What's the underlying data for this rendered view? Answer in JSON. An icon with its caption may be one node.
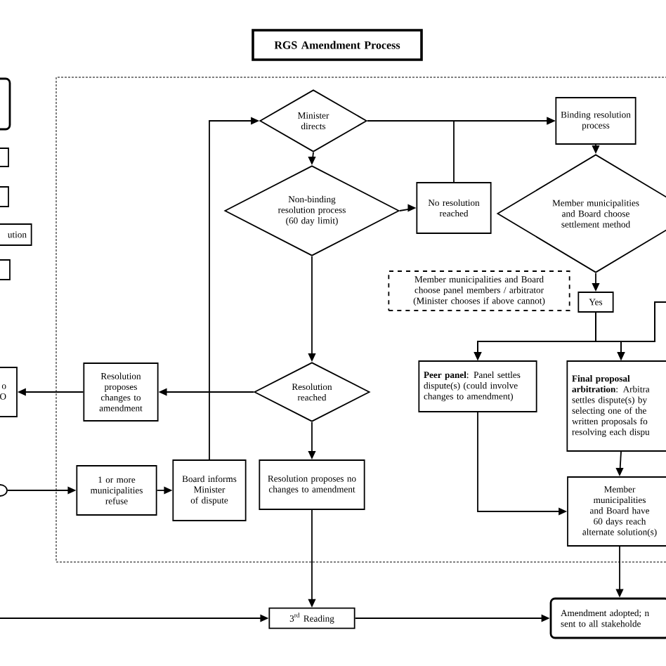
{
  "diagram": {
    "nodes": [
      {
        "text": [
          "RGS Amendment Process"
        ]
      },
      {
        "text": [],
        "shape": "box"
      },
      {
        "text": [],
        "shape": "box"
      },
      {
        "text": [],
        "shape": "box"
      },
      {
        "text": [
          "ution"
        ]
      },
      {
        "text": [],
        "shape": "box"
      },
      {
        "text": [
          "Minister directs"
        ]
      },
      {
        "text": [
          "Binding resolution process"
        ]
      },
      {
        "text": [
          "Non-binding resolution process (60 day limit)"
        ]
      },
      {
        "text": [
          "No resolution reached"
        ]
      },
      {
        "text": [
          "Member municipalities and Board choose settlement method"
        ]
      },
      {
        "text": [
          "Member municipalities and Board choose panel members / arbitrator (Minister chooses if above cannot)"
        ]
      },
      {
        "text": [
          "Yes"
        ]
      },
      {
        "text": [
          "o O"
        ]
      },
      {
        "text": [
          "Resolution proposes changes to amendment"
        ]
      },
      {
        "text": [
          "Resolution reached"
        ]
      },
      {
        "text": [
          "**Peer panel**: Panel settles dispute(s) (could involve changes to amendment)"
        ]
      },
      {
        "text": [
          "**Final proposal arbitration**: Arbitra settles dispute(s) by selecting one of the written proposals fo resolving each dispu"
        ]
      },
      {
        "text": [],
        "shape": "circle"
      },
      {
        "text": [
          "1 or more municipalities refuse"
        ]
      },
      {
        "text": [
          "Board informs Minister of dispute"
        ]
      },
      {
        "text": [
          "Resolution proposes no changes to amendment"
        ]
      },
      {
        "text": [
          "Member municipalities and Board have 60 days reach alternate solution(s)"
        ]
      },
      {
        "text": [
          "3$^{rd}$ Reading"
        ]
      },
      {
        "text": [
          "Amendment adopted; n sent to all stakeholde"
        ]
      }
    ],
    "edges": [
      {
        "from": 6,
        "to": 7,
        "arrow": "to"
      },
      {
        "from": 6,
        "to": 8,
        "arrow": "to"
      },
      {
        "from": 8,
        "to": 9,
        "arrow": "to"
      },
      {
        "from": 9,
        "to": 7,
        "arrow": "to"
      },
      {
        "from": 7,
        "to": 10,
        "arrow": "to"
      },
      {
        "from": 10,
        "to": 12,
        "arrow": "to"
      },
      {
        "from": 12,
        "to": 16,
        "arrow": "to"
      },
      {
        "from": 12,
        "to": 17,
        "arrow": "to"
      },
      {
        "from": null,
        "to": 16,
        "arrow": "to"
      },
      {
        "from": null,
        "to": 17,
        "arrow": "to"
      },
      {
        "from": 8,
        "to": 15,
        "arrow": "to"
      },
      {
        "from": 15,
        "to": 14,
        "arrow": "to"
      },
      {
        "from": 14,
        "to": 13,
        "arrow": "to"
      },
      {
        "from": 15,
        "to": 21,
        "arrow": "to"
      },
      {
        "from": 16,
        "to": 22,
        "arrow": "to"
      },
      {
        "from": 17,
        "to": 22,
        "arrow": "to"
      },
      {
        "from": 18,
        "to": 19,
        "arrow": "to"
      },
      {
        "from": 19,
        "to": 20,
        "arrow": "to"
      },
      {
        "from": 20,
        "to": 6,
        "arrow": "to"
      },
      {
        "from": 21,
        "to": 23,
        "arrow": "to"
      },
      {
        "from": null,
        "to": 23,
        "arrow": "to"
      },
      {
        "from": 23,
        "to": 24,
        "arrow": "to"
      },
      {
        "from": 22,
        "to": 24,
        "arrow": "to"
      }
    ]
  }
}
